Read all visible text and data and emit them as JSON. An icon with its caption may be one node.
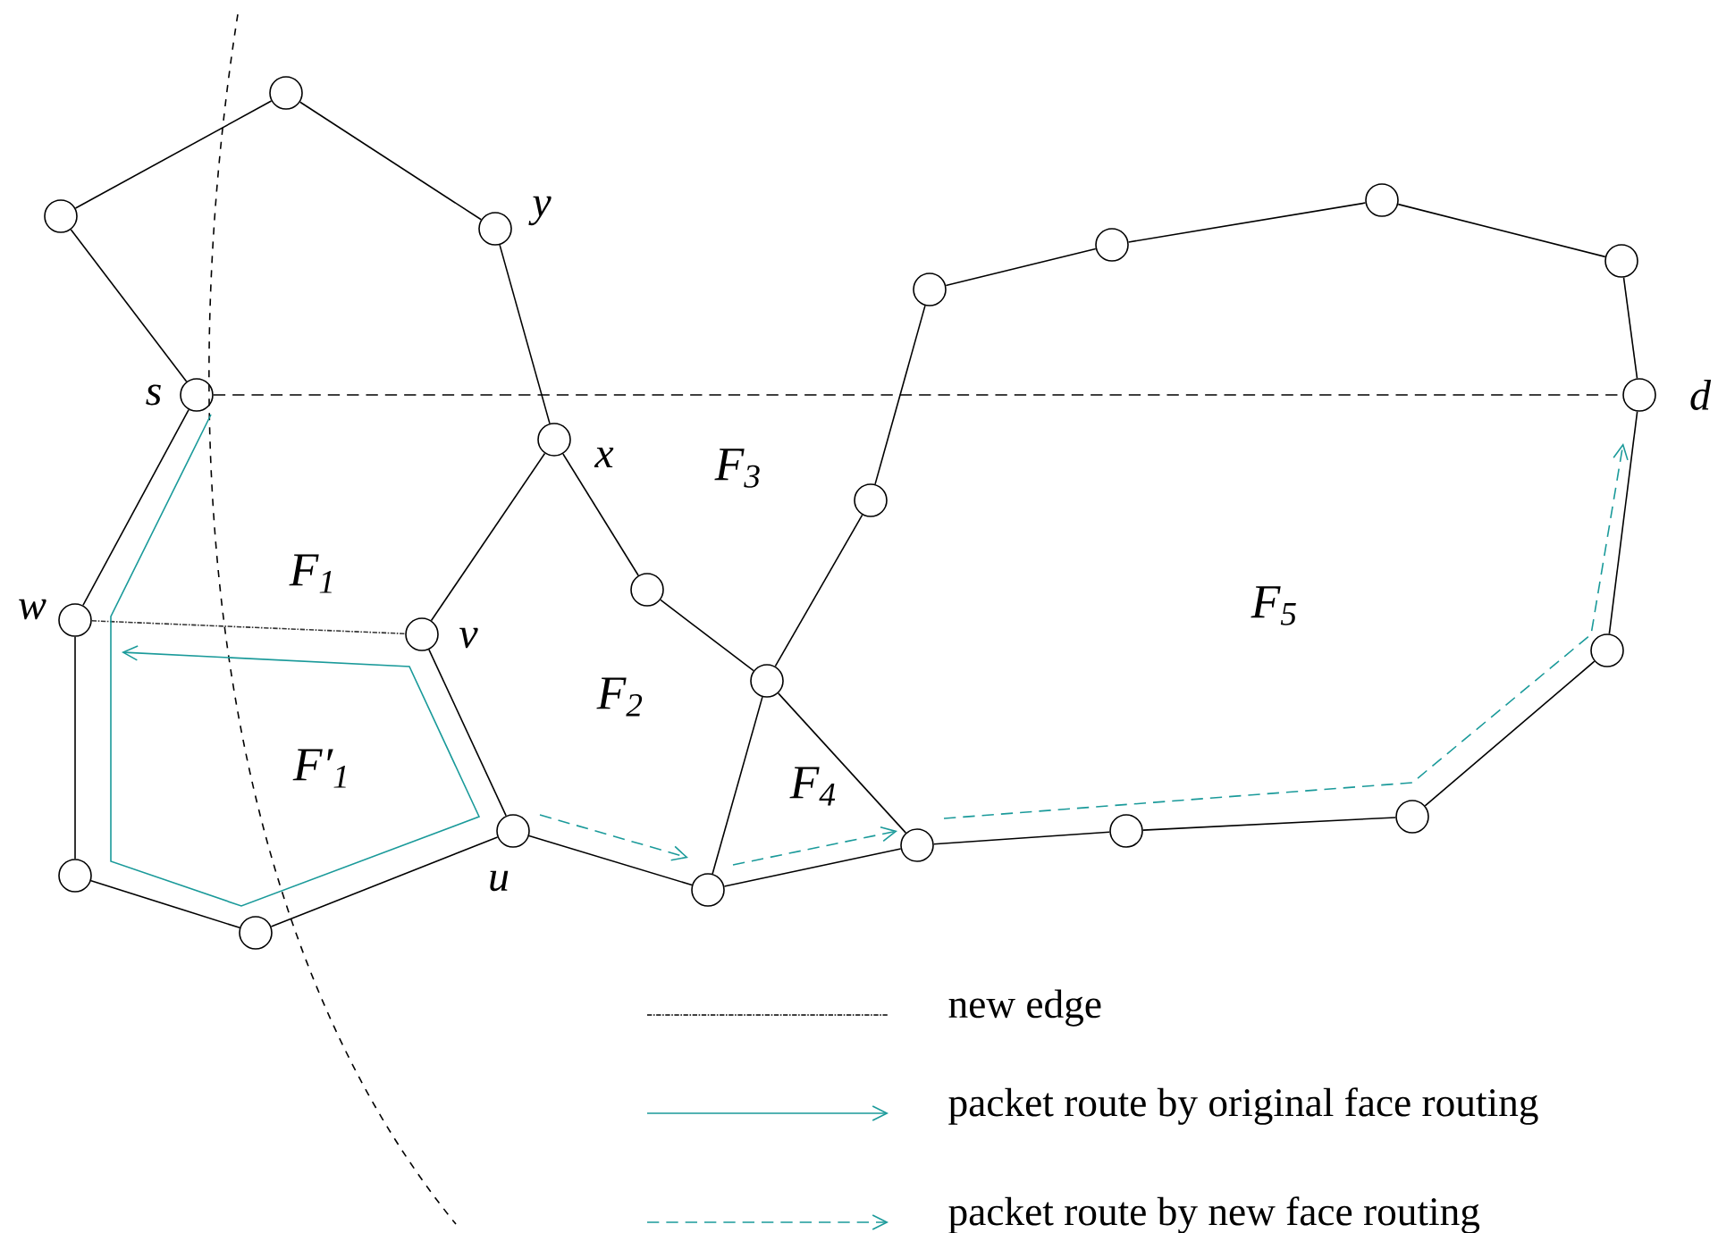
{
  "diagram": {
    "nodes": [
      {
        "text": [],
        "shape": "circle"
      },
      {
        "text": [],
        "shape": "circle"
      },
      {
        "text": [],
        "shape": "circle",
        "beside": [
          "y"
        ]
      },
      {
        "text": [],
        "shape": "circle",
        "beside": [
          "s"
        ]
      },
      {
        "text": [],
        "shape": "circle",
        "beside": [
          "x"
        ]
      },
      {
        "text": [],
        "shape": "circle",
        "beside": [
          "w"
        ]
      },
      {
        "text": [],
        "shape": "circle",
        "beside": [
          "v"
        ]
      },
      {
        "text": [],
        "shape": "circle"
      },
      {
        "text": [],
        "shape": "circle"
      },
      {
        "text": [],
        "shape": "circle"
      },
      {
        "text": [],
        "shape": "circle"
      },
      {
        "text": [],
        "shape": "circle"
      },
      {
        "text": [],
        "shape": "circle"
      },
      {
        "text": [],
        "shape": "circle"
      },
      {
        "text": [],
        "shape": "circle",
        "beside": [
          "d"
        ]
      },
      {
        "text": [],
        "shape": "circle"
      },
      {
        "text": [],
        "shape": "circle"
      },
      {
        "text": [],
        "shape": "circle"
      },
      {
        "text": [],
        "shape": "circle"
      },
      {
        "text": [],
        "shape": "circle"
      },
      {
        "text": [],
        "shape": "circle",
        "beside": [
          "u"
        ]
      },
      {
        "text": [],
        "shape": "circle"
      },
      {
        "text": [],
        "shape": "circle"
      }
    ],
    "edges": [
      {
        "from": 1,
        "to": 0,
        "arrow": "none"
      },
      {
        "from": 0,
        "to": 2,
        "arrow": "none"
      },
      {
        "from": 2,
        "to": 4,
        "arrow": "none"
      },
      {
        "from": 1,
        "to": 3,
        "arrow": "none"
      },
      {
        "from": 3,
        "to": 5,
        "arrow": "none"
      },
      {
        "from": 5,
        "to": 22,
        "arrow": "none"
      },
      {
        "from": 22,
        "to": 21,
        "arrow": "none"
      },
      {
        "from": 21,
        "to": 20,
        "arrow": "none"
      },
      {
        "from": 20,
        "to": 6,
        "arrow": "none"
      },
      {
        "from": 6,
        "to": 4,
        "arrow": "none"
      },
      {
        "from": 4,
        "to": 7,
        "arrow": "none"
      },
      {
        "from": 7,
        "to": 8,
        "arrow": "none"
      },
      {
        "from": 8,
        "to": 9,
        "arrow": "none"
      },
      {
        "from": 9,
        "to": 10,
        "arrow": "none"
      },
      {
        "from": 10,
        "to": 11,
        "arrow": "none"
      },
      {
        "from": 11,
        "to": 12,
        "arrow": "none"
      },
      {
        "from": 12,
        "to": 13,
        "arrow": "none"
      },
      {
        "from": 13,
        "to": 14,
        "arrow": "none"
      },
      {
        "from": 14,
        "to": 15,
        "arrow": "none"
      },
      {
        "from": 15,
        "to": 16,
        "arrow": "none"
      },
      {
        "from": 16,
        "to": 17,
        "arrow": "none"
      },
      {
        "from": 17,
        "to": 18,
        "arrow": "none"
      },
      {
        "from": 18,
        "to": 8,
        "arrow": "none"
      },
      {
        "from": 8,
        "to": 19,
        "arrow": "none"
      },
      {
        "from": 18,
        "to": 19,
        "arrow": "none"
      },
      {
        "from": 19,
        "to": 20,
        "arrow": "none"
      },
      {
        "from": 3,
        "to": 14,
        "arrow": "none",
        "style": "dashed"
      },
      {
        "from": 5,
        "to": 6,
        "arrow": "none",
        "style": "dashed",
        "color": "#333333"
      }
    ],
    "labels": [
      "F$_{1}$",
      "F$_{3}$",
      "F$_{5}$",
      "F$_{2}$",
      "F′$_{1}$",
      "F$_{4}$"
    ],
    "legend": [
      {
        "text": "new edge"
      },
      {
        "text": "packet route by original face routing"
      },
      {
        "text": "packet route by new face routing"
      }
    ]
  }
}
